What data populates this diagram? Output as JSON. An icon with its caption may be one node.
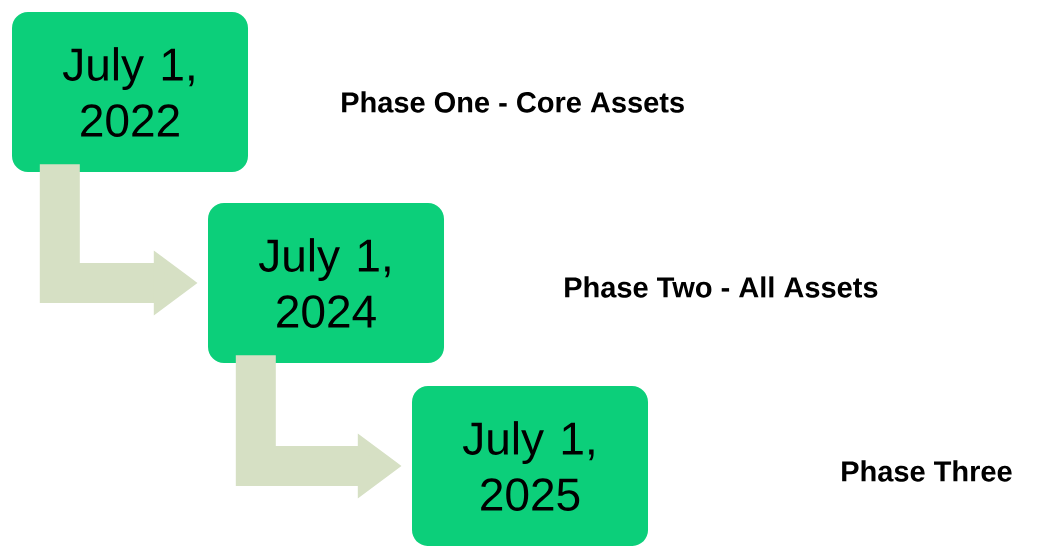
{
  "diagram": {
    "nodes": [
      {
        "text": [
          "July 1, 2022"
        ]
      },
      {
        "text": [
          "July 1, 2024"
        ]
      },
      {
        "text": [
          "July 1, 2025"
        ]
      }
    ],
    "edges": [
      {
        "from": 0,
        "to": 1,
        "arrow": "to"
      },
      {
        "from": 1,
        "to": 2,
        "arrow": "to"
      }
    ],
    "labels": [
      "Phase One - Core Assets",
      "Phase Two - All Assets",
      "Phase Three"
    ]
  }
}
